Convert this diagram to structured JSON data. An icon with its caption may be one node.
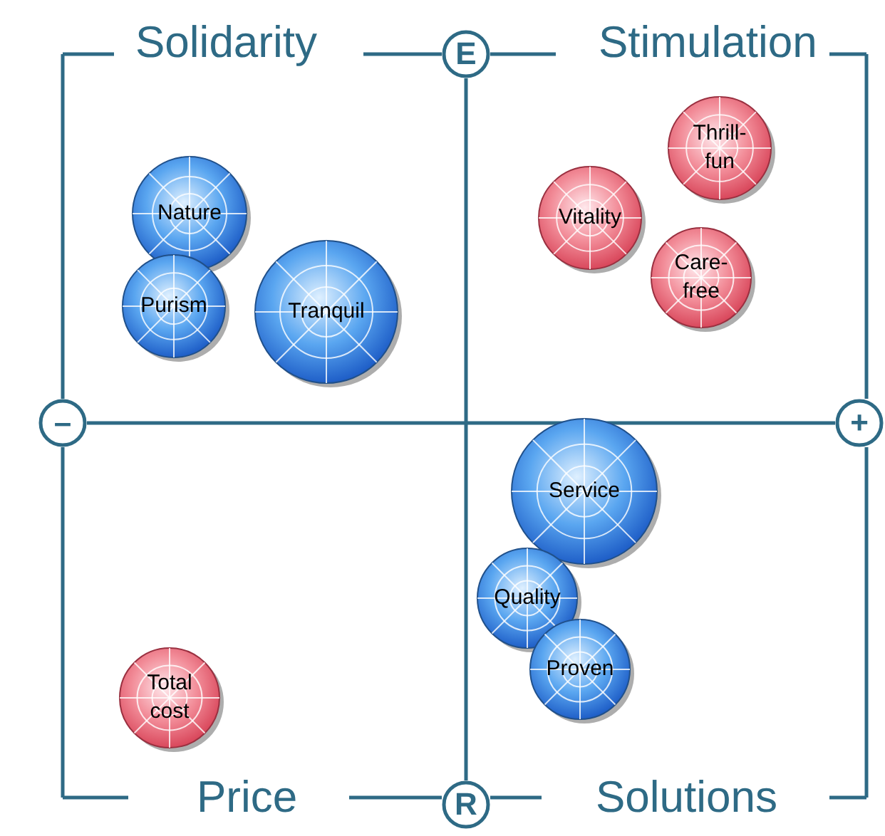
{
  "diagram": {
    "nodes": [
      {
        "text": [
          "E"
        ]
      },
      {
        "text": [
          "Thrill- fun"
        ]
      },
      {
        "text": [
          "Nature"
        ]
      },
      {
        "text": [
          "Vitality"
        ]
      },
      {
        "text": [
          "Care- free"
        ]
      },
      {
        "text": [
          "Purism"
        ]
      },
      {
        "text": [
          "Tranquil"
        ]
      },
      {
        "text": [
          "–"
        ]
      },
      {
        "text": [
          "+"
        ]
      },
      {
        "text": [
          "Service"
        ]
      },
      {
        "text": [
          "Quality"
        ]
      },
      {
        "text": [
          "Total cost"
        ]
      },
      {
        "text": [
          "Proven"
        ]
      },
      {
        "text": [
          "R"
        ]
      }
    ],
    "edges": [
      {
        "from": 0,
        "to": 13,
        "arrow": "none"
      },
      {
        "from": 7,
        "to": 8,
        "arrow": "none"
      }
    ],
    "labels": [
      "Solidarity",
      "Stimulation",
      "Price",
      "Solutions"
    ]
  }
}
